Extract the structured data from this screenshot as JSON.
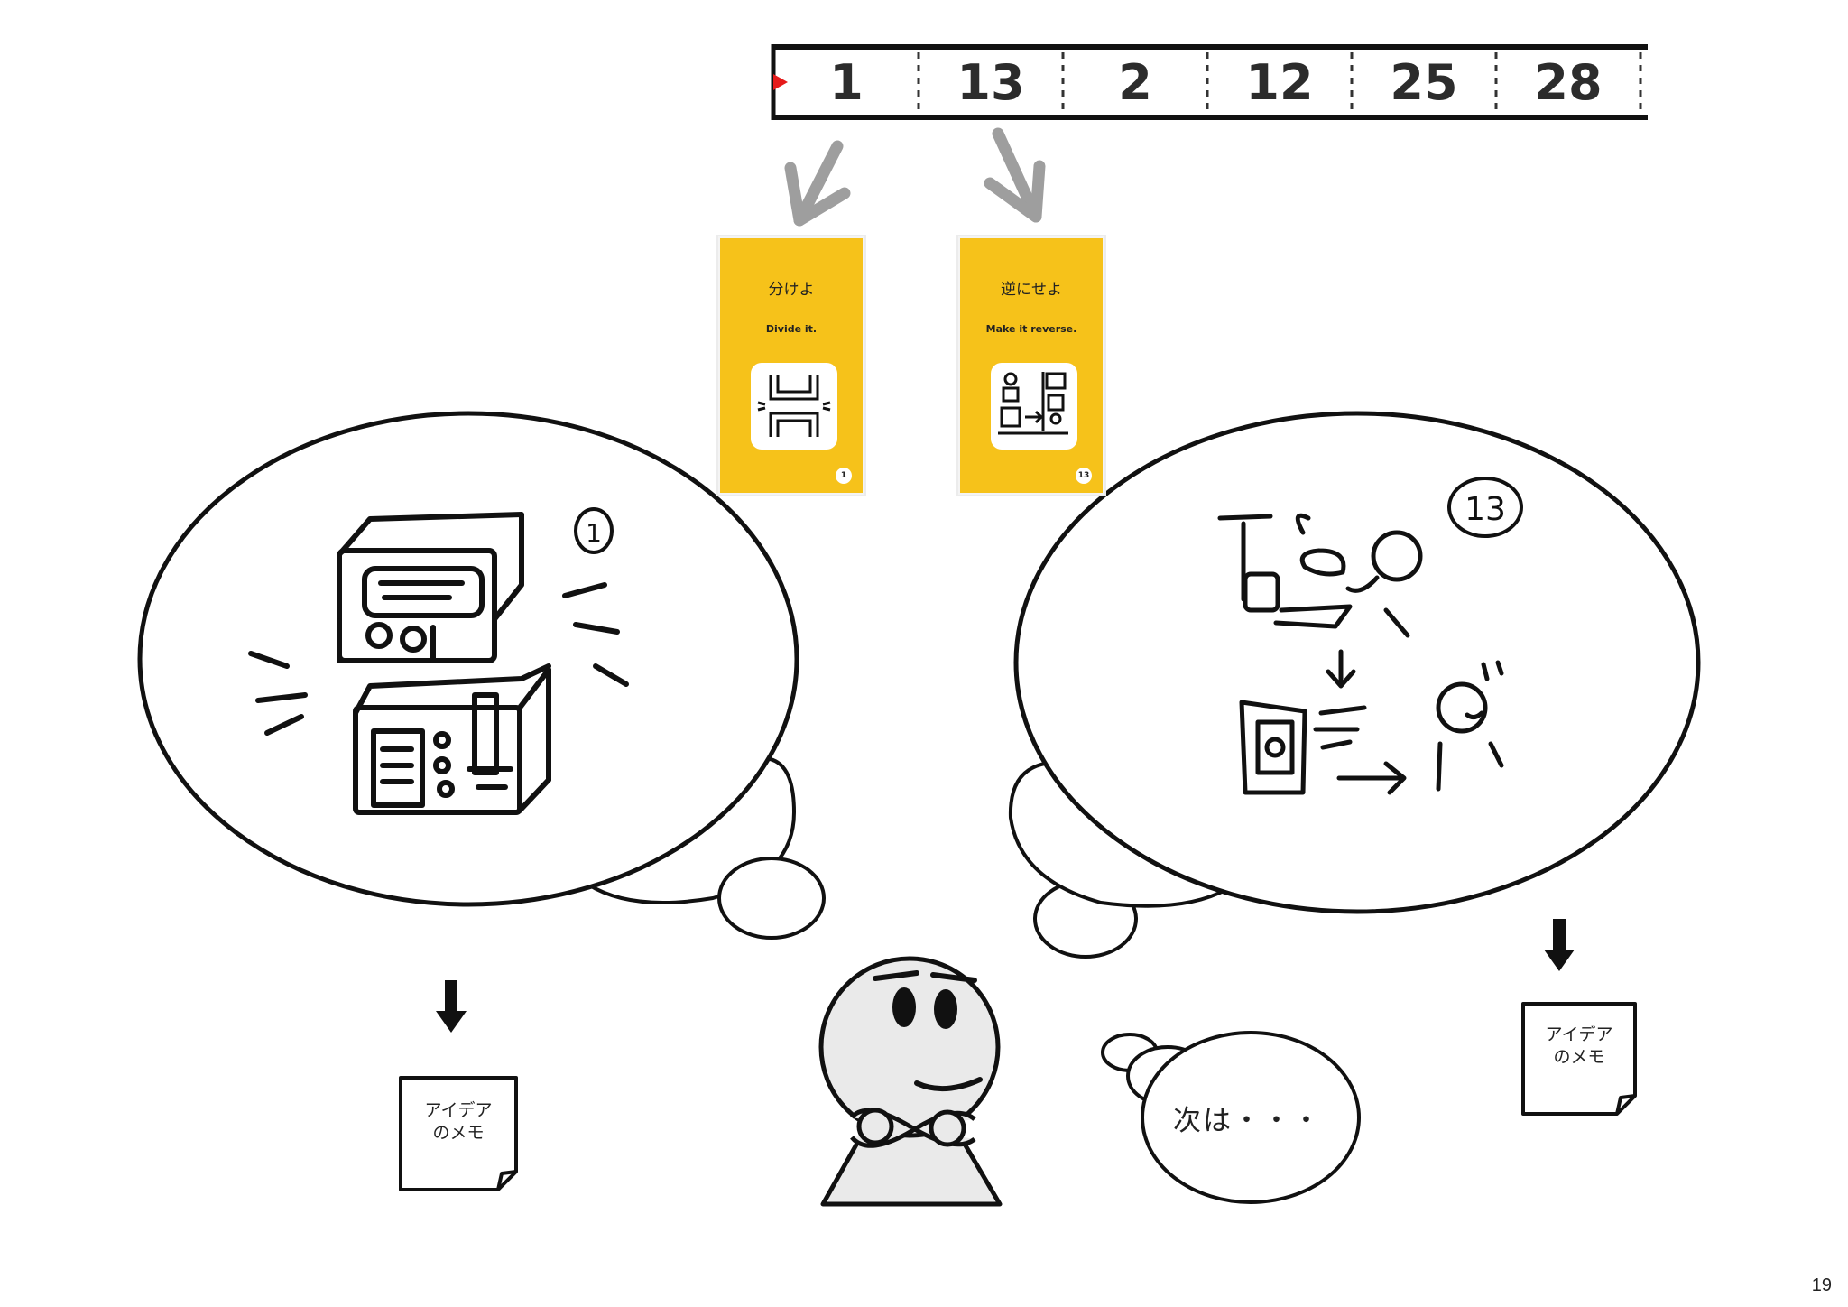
{
  "sequence": {
    "numbers": [
      "1",
      "13",
      "2",
      "12",
      "25",
      "28"
    ]
  },
  "cards": [
    {
      "title": "分けよ",
      "subtitle": "Divide it.",
      "number": "1",
      "icon": "divide-icon"
    },
    {
      "title": "逆にせよ",
      "subtitle": "Make it reverse.",
      "number": "13",
      "icon": "reverse-icon"
    }
  ],
  "bubbles": {
    "left_label": "1",
    "right_label": "13",
    "speech": "次は・・・"
  },
  "memo_note": {
    "line1": "アイデア",
    "line2": "のメモ"
  },
  "colors": {
    "card": "#f6c21a",
    "pointer": "#e51a1a",
    "arrow": "#9e9e9e"
  },
  "page_number": "19"
}
